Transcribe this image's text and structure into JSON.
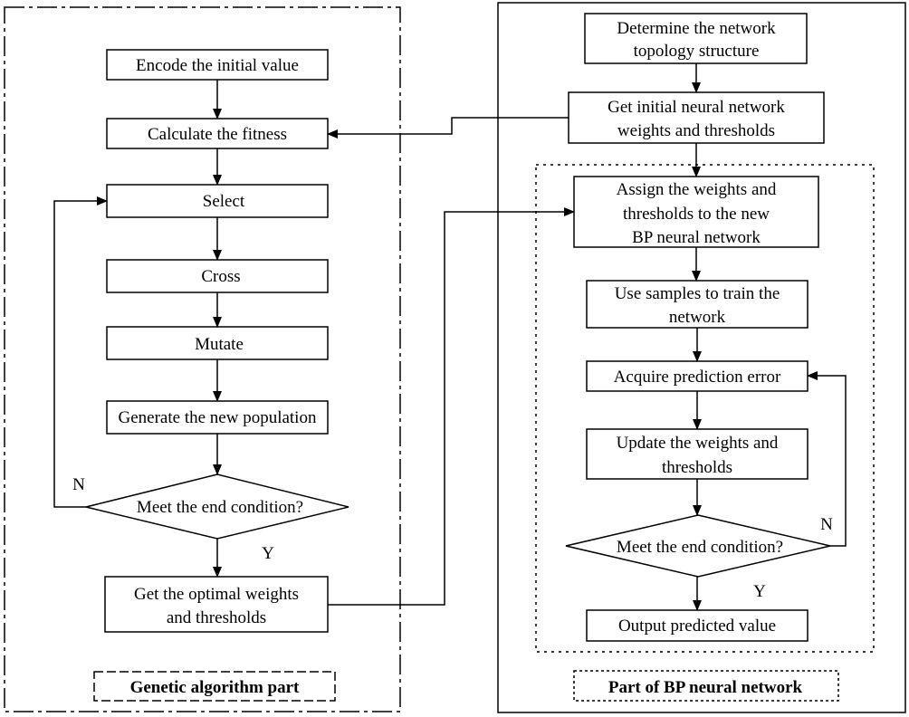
{
  "ga": {
    "encode": "Encode the initial value",
    "fitness": "Calculate the fitness",
    "select": "Select",
    "cross": "Cross",
    "mutate": "Mutate",
    "generate": "Generate the new population",
    "end_condition": "Meet the end condition?",
    "optimal": [
      "Get the optimal weights",
      "and thresholds"
    ],
    "no_label": "N",
    "yes_label": "Y",
    "caption": "Genetic algorithm part"
  },
  "bp": {
    "topology": [
      "Determine the network",
      "topology structure"
    ],
    "initial": [
      "Get initial neural network",
      "weights and thresholds"
    ],
    "assign": [
      "Assign the weights and",
      "thresholds to the new",
      "BP neural network"
    ],
    "train": [
      "Use samples to train the",
      "network"
    ],
    "error": "Acquire  prediction error",
    "update": [
      "Update the weights and",
      "thresholds"
    ],
    "end_condition": "Meet the end condition?",
    "output": "Output predicted value",
    "no_label": "N",
    "yes_label": "Y",
    "caption": "Part of BP neural network"
  }
}
